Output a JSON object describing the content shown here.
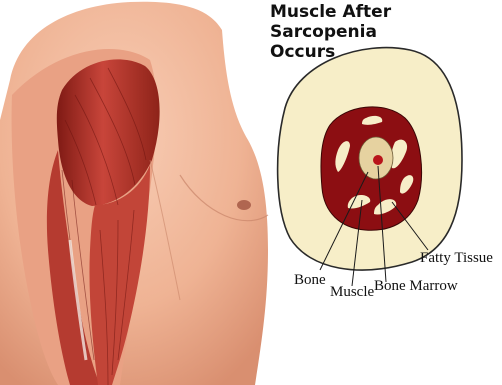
{
  "title": {
    "line1": "Muscle After",
    "line2": "Sarcopenia",
    "line3": "Occurs"
  },
  "labels": {
    "fatty_tissue": "Fatty Tissue",
    "bone": "Bone",
    "muscle": "Muscle",
    "bone_marrow": "Bone Marrow"
  },
  "colors": {
    "fatty_tissue": "#f7eec8",
    "muscle": "#8c0e12",
    "bone": "#e6d2a0",
    "marrow": "#b8141a",
    "skin": "#f0b79a"
  }
}
